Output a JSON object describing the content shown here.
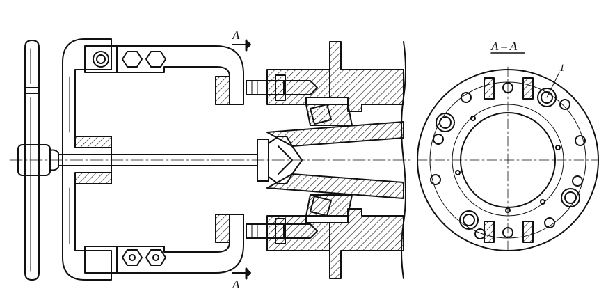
{
  "labels": {
    "section_top": "A",
    "section_bottom": "A",
    "section_title": "A – A",
    "callout": "1"
  },
  "colors": {
    "ink": "#111111",
    "paper": "#ffffff"
  }
}
